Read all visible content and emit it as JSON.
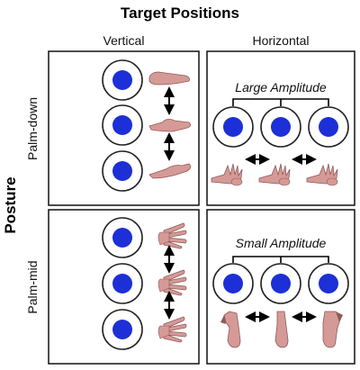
{
  "title": "Target Positions",
  "columns": {
    "vertical": "Vertical",
    "horizontal": "Horizontal"
  },
  "axis_label": "Posture",
  "rows": {
    "palm_down": "Palm-down",
    "palm_mid": "Palm-mid"
  },
  "amplitudes": {
    "large": "Large Amplitude",
    "small": "Small Amplitude"
  },
  "colors": {
    "target_fill": "#1d2fd6",
    "ring_stroke": "#222222",
    "panel_border": "#111111",
    "hand_skin": "#d69a96",
    "hand_shadow": "#8e5a5a"
  }
}
